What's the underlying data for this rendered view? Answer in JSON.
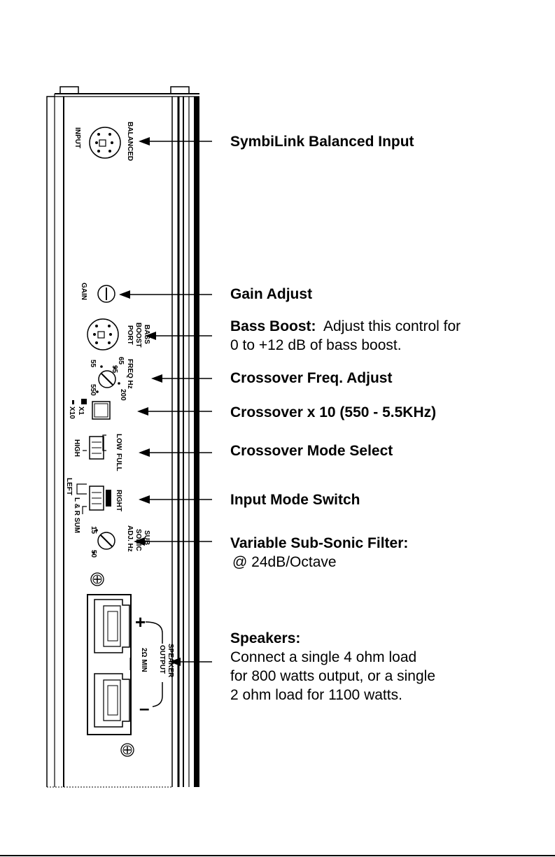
{
  "panel_labels": {
    "balanced": "BALANCED",
    "input": "INPUT",
    "gain": "GAIN",
    "bass": "BASS",
    "boost": "BOOST",
    "port": "PORT",
    "freq_hz": "FREQ Hz",
    "f65": "65",
    "f95": "95",
    "f55": "55",
    "f200": "200",
    "f550": "550",
    "x1": "X1",
    "x10": "X10",
    "low": "LOW",
    "full": "FULL",
    "high": "HIGH",
    "left": "LEFT",
    "right": "RIGHT",
    "lr_sum": "L & R SUM",
    "sub": "SUB",
    "sonic": "SONIC",
    "adj_hz": "ADJ. Hz",
    "s15": "15",
    "s50": "50",
    "speaker": "SPEAKER",
    "output": "OUTPUT",
    "min": "2Ω MIN",
    "plus": "+",
    "minus": "–"
  },
  "callouts": {
    "balanced_input": "SymbiLink Balanced Input",
    "gain": "Gain Adjust",
    "bass_title": "Bass Boost:",
    "bass_text1": "Adjust this control for",
    "bass_text2": "0 to +12 dB of bass boost.",
    "xover_freq": "Crossover Freq. Adjust",
    "xover_x10": "Crossover x 10 (550 - 5.5KHz)",
    "xover_mode": "Crossover Mode Select",
    "input_mode": "Input Mode Switch",
    "subsonic_title": "Variable Sub-Sonic Filter:",
    "subsonic_text": "@ 24dB/Octave",
    "speakers_title": "Speakers:",
    "speakers_text1": "Connect a single 4 ohm load",
    "speakers_text2": "for 800 watts output, or a single",
    "speakers_text3": "2 ohm load for 1100 watts."
  }
}
